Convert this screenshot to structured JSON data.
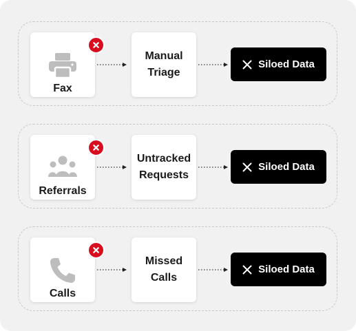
{
  "rows": [
    {
      "source": {
        "label": "Fax",
        "icon": "fax-machine-icon"
      },
      "step": {
        "label": "Manual\nTriage"
      },
      "result": {
        "label": "Siloed Data",
        "icon": "close-x-icon"
      }
    },
    {
      "source": {
        "label": "Referrals",
        "icon": "people-group-icon"
      },
      "step": {
        "label": "Untracked\nRequests"
      },
      "result": {
        "label": "Siloed Data",
        "icon": "close-x-icon"
      }
    },
    {
      "source": {
        "label": "Calls",
        "icon": "phone-icon"
      },
      "step": {
        "label": "Missed\nCalls"
      },
      "result": {
        "label": "Siloed Data",
        "icon": "close-x-icon"
      }
    }
  ],
  "colors": {
    "panel_bg": "#f1f1f1",
    "icon_gray": "#bdbdbd",
    "error_red": "#d80d1d",
    "result_bg": "#000000"
  }
}
